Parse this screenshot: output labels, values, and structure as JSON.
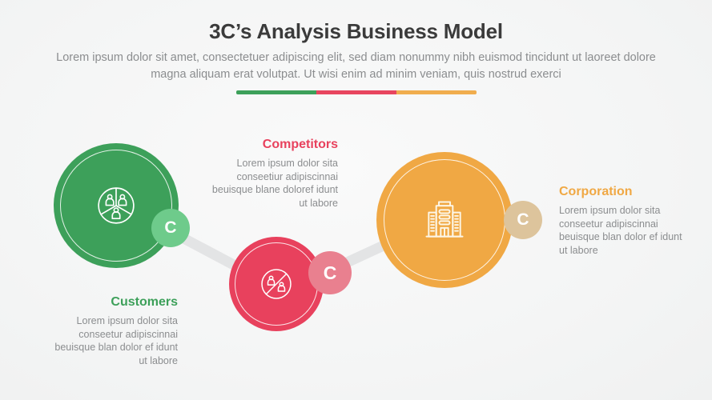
{
  "header": {
    "title": "3C’s Analysis Business Model",
    "subtitle": "Lorem ipsum dolor sit amet, consectetuer adipiscing elit, sed diam nonummy nibh euismod tincidunt ut laoreet dolore magna aliquam erat volutpat. Ut wisi enim ad minim veniam, quis nostrud exerci"
  },
  "divider": {
    "segments": [
      "#3da05a",
      "#e8455f",
      "#f0ad4e"
    ]
  },
  "colors": {
    "background": "#f2f3f4",
    "title": "#3b3b3b",
    "body_text": "#8b8d8f",
    "connector": "#e3e4e5",
    "green": "#3da05a",
    "green_badge": "#6ecb8b",
    "red": "#e8415d",
    "red_badge": "#e9808f",
    "orange": "#f0a844",
    "orange_badge": "#ddc49c"
  },
  "nodes": [
    {
      "key": "customers",
      "heading": "Customers",
      "heading_color": "#3da05a",
      "body": "Lorem ipsum dolor sita conseetur adipiscinnai beuisque blan dolor ef idunt ut labore",
      "circle_color": "#3da05a",
      "badge_color": "#6ecb8b",
      "badge_label": "C",
      "icon": "customers-pie-people-icon"
    },
    {
      "key": "competitors",
      "heading": "Competitors",
      "heading_color": "#e8415d",
      "body": "Lorem ipsum dolor sita conseetiur adipiscinnai beuisque blane doloref idunt ut labore",
      "circle_color": "#e8415d",
      "badge_color": "#e9808f",
      "badge_label": "C",
      "icon": "competitors-people-slash-icon"
    },
    {
      "key": "corporation",
      "heading": "Corporation",
      "heading_color": "#f0a844",
      "body": "Lorem ipsum dolor sita conseetur adipiscinnai beuisque blan dolor ef idunt ut labore",
      "circle_color": "#f0a844",
      "badge_color": "#ddc49c",
      "badge_label": "C",
      "icon": "corporation-building-icon"
    }
  ]
}
